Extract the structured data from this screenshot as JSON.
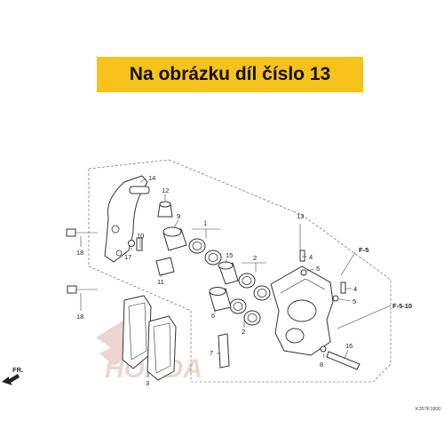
{
  "banner": {
    "text": "Na obrázku díl číslo 13",
    "background": "#f7c21a"
  },
  "diagram": {
    "callouts": [
      "1",
      "2",
      "3",
      "4",
      "5",
      "6",
      "7",
      "8",
      "9",
      "10",
      "11",
      "12",
      "13",
      "14",
      "15",
      "16",
      "17",
      "18"
    ],
    "references": [
      "F-5",
      "F-5-10"
    ],
    "front_marker": "FR.",
    "diagram_code": "K35?F1800",
    "watermark": "HONDA"
  }
}
